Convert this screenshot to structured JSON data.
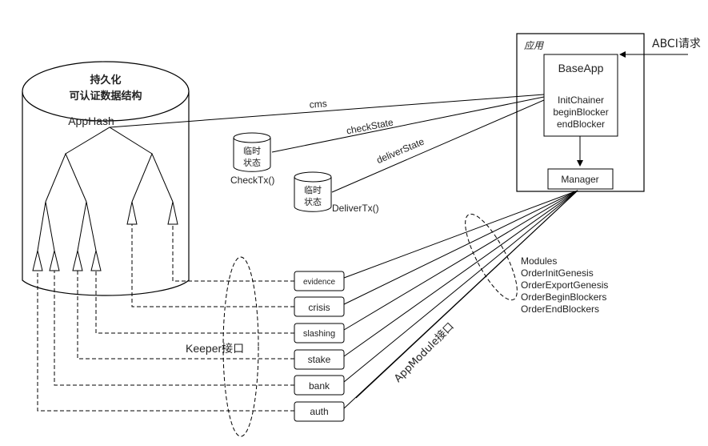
{
  "store": {
    "title_line1": "持久化",
    "title_line2": "可认证数据结构",
    "root_label": "AppHash"
  },
  "connections": {
    "cms": "cms",
    "check_state": "checkState",
    "deliver_state": "deliverState"
  },
  "temp_stores": [
    {
      "line1": "临时",
      "line2": "状态",
      "caption": "CheckTx()"
    },
    {
      "line1": "临时",
      "line2": "状态",
      "caption": "DeliverTx()"
    }
  ],
  "app": {
    "title": "应用",
    "abci_label": "ABCI请求",
    "baseapp": {
      "title": "BaseApp",
      "methods": [
        "InitChainer",
        "beginBlocker",
        "endBlocker"
      ]
    },
    "manager": "Manager",
    "manager_fields": [
      "Modules",
      "OrderInitGenesis",
      "OrderExportGenesis",
      "OrderBeginBlockers",
      "OrderEndBlockers"
    ]
  },
  "modules": [
    "evidence",
    "crisis",
    "slashing",
    "stake",
    "bank",
    "auth"
  ],
  "interfaces": {
    "keeper": "Keeper接口",
    "appmodule": "AppModule接口"
  }
}
